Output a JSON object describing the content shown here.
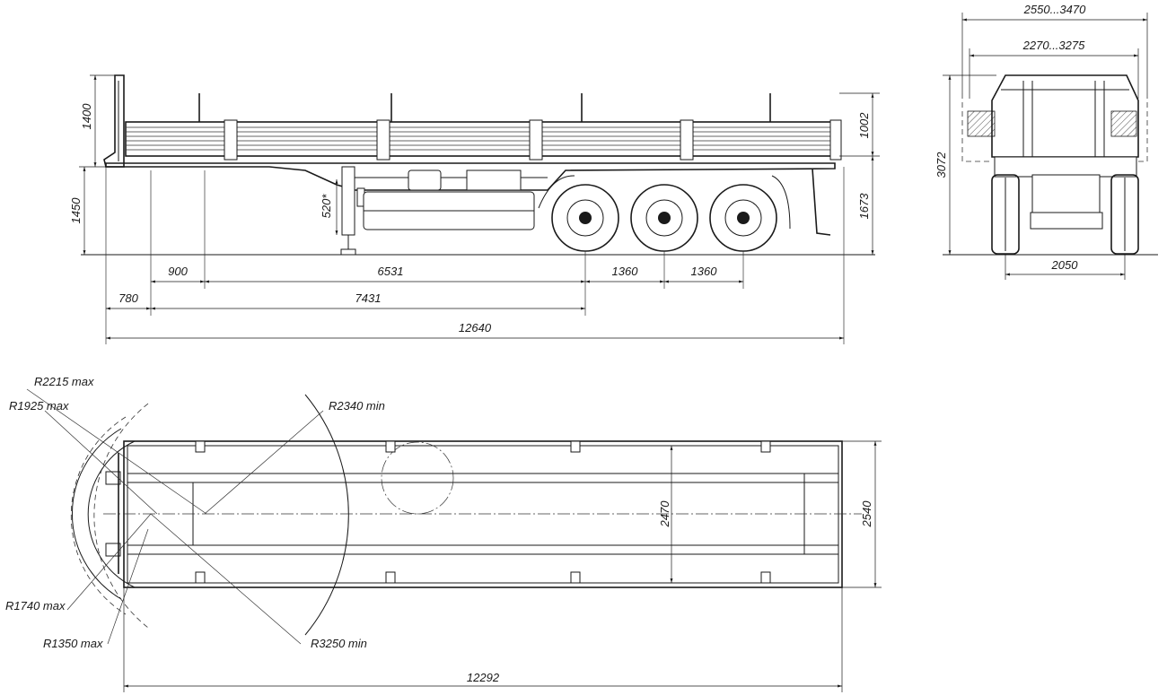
{
  "side_view": {
    "dims": {
      "stake_height": "1400",
      "side_height": "1002",
      "deck_height": "1450",
      "total_height": "1673",
      "landing_gear": "520*",
      "d900": "900",
      "d6531": "6531",
      "axle_1": "1360",
      "axle_2": "1360",
      "d780": "780",
      "d7431": "7431",
      "overall_length": "12640"
    }
  },
  "rear_view": {
    "dims": {
      "outer_width": "2550...3470",
      "inner_width": "2270...3275",
      "height": "3072",
      "track": "2050"
    }
  },
  "top_view": {
    "dims": {
      "r2215": "R2215 max",
      "r1925": "R1925 max",
      "r2340": "R2340 min",
      "r1740": "R1740 max",
      "r1350": "R1350  max",
      "r3250": "R3250 min",
      "inner_width": "2470",
      "outer_width": "2540",
      "length": "12292"
    }
  }
}
